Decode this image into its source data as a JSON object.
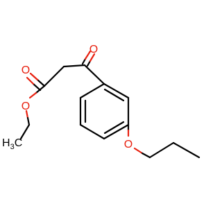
{
  "molecule": {
    "atoms": {
      "ketone_oxygen": "O",
      "ester_carbonyl_oxygen": "O",
      "ester_oxygen": "O",
      "ether_oxygen": "O",
      "methyl": {
        "symbol": "H",
        "subscript": "3",
        "carbon": "C"
      }
    },
    "colors": {
      "oxygen": "#e8200f",
      "bond": "#000000",
      "background": "#ffffff"
    }
  }
}
